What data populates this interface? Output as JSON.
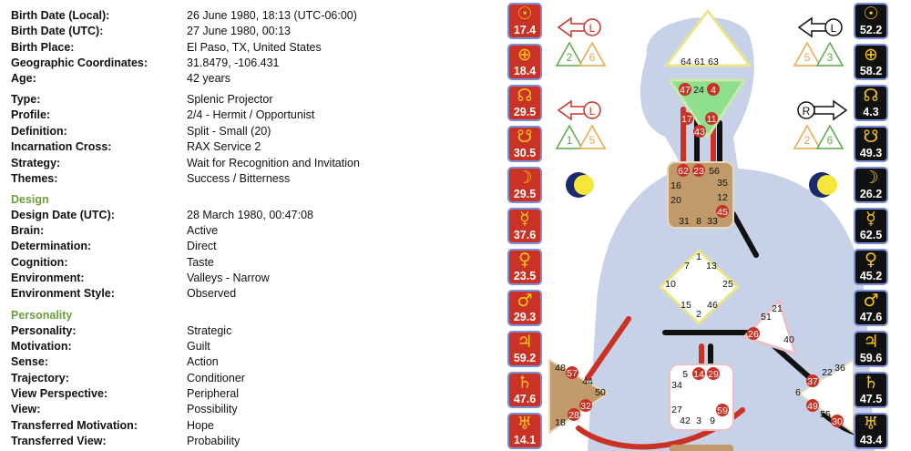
{
  "details": [
    {
      "label": "Birth Date (Local):",
      "value": "26 June 1980, 18:13 (UTC-06:00)"
    },
    {
      "label": "Birth Date (UTC):",
      "value": "27 June 1980, 00:13"
    },
    {
      "label": "Birth Place:",
      "value": "El Paso, TX, United States"
    },
    {
      "label": "Geographic Coordinates:",
      "value": "31.8479, -106.431"
    },
    {
      "label": "Age:",
      "value": "42 years"
    },
    {
      "label": "Type:",
      "value": "Splenic Projector"
    },
    {
      "label": "Profile:",
      "value": "2/4 - Hermit / Opportunist"
    },
    {
      "label": "Definition:",
      "value": "Split - Small (20)"
    },
    {
      "label": "Incarnation Cross:",
      "value": "RAX Service 2"
    },
    {
      "label": "Strategy:",
      "value": "Wait for Recognition and Invitation"
    },
    {
      "label": "Themes:",
      "value": "Success / Bitterness"
    }
  ],
  "design": {
    "heading": "Design",
    "rows": [
      {
        "label": "Design Date (UTC):",
        "value": "28 March 1980, 00:47:08"
      },
      {
        "label": "Brain:",
        "value": "Active"
      },
      {
        "label": "Determination:",
        "value": "Direct"
      },
      {
        "label": "Cognition:",
        "value": "Taste"
      },
      {
        "label": "Environment:",
        "value": "Valleys - Narrow"
      },
      {
        "label": "Environment Style:",
        "value": "Observed"
      }
    ]
  },
  "personality": {
    "heading": "Personality",
    "rows": [
      {
        "label": "Personality:",
        "value": "Strategic"
      },
      {
        "label": "Motivation:",
        "value": "Guilt"
      },
      {
        "label": "Sense:",
        "value": "Action"
      },
      {
        "label": "Trajectory:",
        "value": "Conditioner"
      },
      {
        "label": "View Perspective:",
        "value": "Peripheral"
      },
      {
        "label": "View:",
        "value": "Possibility"
      },
      {
        "label": "Transferred Motivation:",
        "value": "Hope"
      },
      {
        "label": "Transferred View:",
        "value": "Probability"
      }
    ]
  },
  "design_planets": [
    {
      "glyph": "☉",
      "value": "17.4"
    },
    {
      "glyph": "⊕",
      "value": "18.4"
    },
    {
      "glyph": "☊",
      "value": "29.5"
    },
    {
      "glyph": "☋",
      "value": "30.5"
    },
    {
      "glyph": "☽",
      "value": "29.5"
    },
    {
      "glyph": "☿",
      "value": "37.6"
    },
    {
      "glyph": "♀",
      "value": "23.5"
    },
    {
      "glyph": "♂",
      "value": "29.3"
    },
    {
      "glyph": "♃",
      "value": "59.2"
    },
    {
      "glyph": "♄",
      "value": "47.6"
    },
    {
      "glyph": "♅",
      "value": "14.1"
    }
  ],
  "personality_planets": [
    {
      "glyph": "☉",
      "value": "52.2"
    },
    {
      "glyph": "⊕",
      "value": "58.2"
    },
    {
      "glyph": "☊",
      "value": "4.3"
    },
    {
      "glyph": "☋",
      "value": "49.3"
    },
    {
      "glyph": "☽",
      "value": "26.2"
    },
    {
      "glyph": "☿",
      "value": "62.5"
    },
    {
      "glyph": "♀",
      "value": "45.2"
    },
    {
      "glyph": "♂",
      "value": "47.6"
    },
    {
      "glyph": "♃",
      "value": "59.6"
    },
    {
      "glyph": "♄",
      "value": "47.5"
    },
    {
      "glyph": "♅",
      "value": "43.4"
    }
  ],
  "variables": {
    "left_top": {
      "letter": "L",
      "a": "2",
      "b": "6"
    },
    "left_bottom": {
      "letter": "L",
      "a": "1",
      "b": "5"
    },
    "right_top": {
      "letter": "L",
      "a": "5",
      "b": "3"
    },
    "right_bottom": {
      "letter": "R",
      "a": "2",
      "b": "6"
    }
  },
  "gates": {
    "head": [
      "64",
      "61",
      "63"
    ],
    "ajna": [
      "47",
      "24",
      "4",
      "17",
      "11",
      "43"
    ],
    "throat": [
      "62",
      "23",
      "56",
      "16",
      "35",
      "20",
      "12",
      "45",
      "31",
      "8",
      "33"
    ],
    "g": [
      "1",
      "7",
      "13",
      "10",
      "25",
      "15",
      "2",
      "46"
    ],
    "heart": [
      "21",
      "51",
      "26",
      "40"
    ],
    "sacral": [
      "5",
      "14",
      "29",
      "34",
      "27",
      "59",
      "42",
      "3",
      "9"
    ],
    "spleen": [
      "48",
      "57",
      "44",
      "50",
      "32",
      "28",
      "18"
    ],
    "solar": [
      "36",
      "22",
      "37",
      "6",
      "49",
      "55",
      "30"
    ]
  },
  "colors": {
    "design": "#c93224",
    "personality": "#111111",
    "body": "#c7d2e8",
    "accent": "#6b9f3a"
  }
}
